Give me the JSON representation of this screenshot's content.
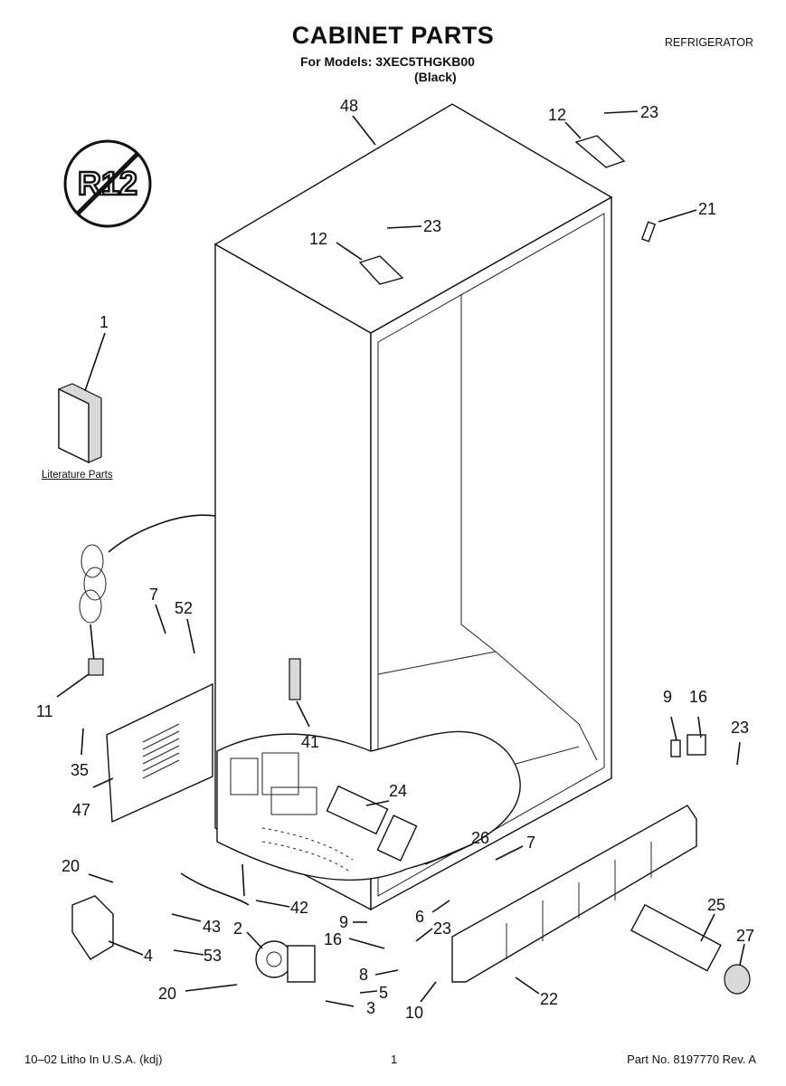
{
  "header": {
    "title": "CABINET PARTS",
    "models_line": "For Models: 3XEC5THGKB00",
    "color_line": "(Black)",
    "category": "REFRIGERATOR"
  },
  "badge": {
    "text": "R12",
    "icon": "no-r12-icon"
  },
  "literature_label": "Literature Parts",
  "callouts": {
    "c1": "1",
    "c2": "2",
    "c3": "3",
    "c4": "4",
    "c5": "5",
    "c6": "6",
    "c7a": "7",
    "c7b": "7",
    "c8": "8",
    "c9a": "9",
    "c9b": "9",
    "c10": "10",
    "c11": "11",
    "c12a": "12",
    "c12b": "12",
    "c16a": "16",
    "c16b": "16",
    "c20a": "20",
    "c20b": "20",
    "c21": "21",
    "c22": "22",
    "c23a": "23",
    "c23b": "23",
    "c23c": "23",
    "c23d": "23",
    "c24": "24",
    "c25": "25",
    "c26": "26",
    "c27": "27",
    "c35": "35",
    "c41": "41",
    "c42": "42",
    "c43": "43",
    "c47": "47",
    "c48": "48",
    "c52": "52",
    "c53": "53"
  },
  "footer": {
    "left": "10–02 Litho In U.S.A. (kdj)",
    "page": "1",
    "right": "Part No. 8197770 Rev. A"
  }
}
